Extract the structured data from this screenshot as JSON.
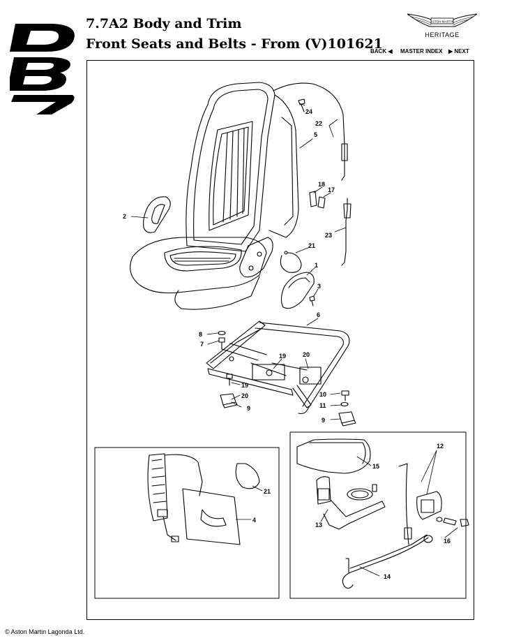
{
  "logo": {
    "text": "DB7"
  },
  "header": {
    "title_line1": "7.7A2  Body and Trim",
    "title_line2": "Front Seats and Belts - From (V)101621"
  },
  "brand": {
    "badge_text": "ASTON MARTIN",
    "heritage": "HERITAGE"
  },
  "nav": {
    "back": "BACK",
    "master_index": "MASTER INDEX",
    "next": "NEXT"
  },
  "callouts": {
    "c1": "1",
    "c2": "2",
    "c3": "3",
    "c4": "4",
    "c5": "5",
    "c6": "6",
    "c7": "7",
    "c8": "8",
    "c9a": "9",
    "c9b": "9",
    "c10": "10",
    "c11": "11",
    "c12": "12",
    "c13": "13",
    "c14": "14",
    "c15": "15",
    "c16": "16",
    "c17": "17",
    "c18": "18",
    "c19a": "19",
    "c19b": "19",
    "c20a": "20",
    "c20b": "20",
    "c21a": "21",
    "c21b": "21",
    "c22": "22",
    "c23": "23",
    "c24": "24"
  },
  "footer": {
    "copyright": "© Aston Martin Lagonda Ltd."
  }
}
